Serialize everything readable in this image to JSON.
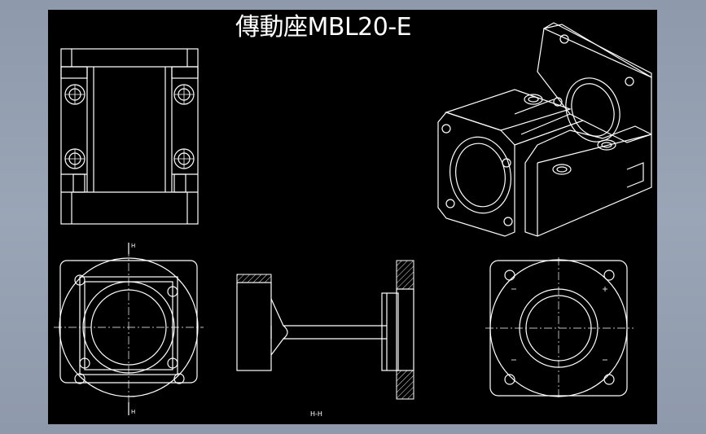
{
  "drawing": {
    "title": "傳動座MBL20-E",
    "section_label": "H-H",
    "section_marker": "H"
  },
  "colors": {
    "canvas": "#000000",
    "lines": "#ffffff",
    "frame": "#8e99ab"
  }
}
